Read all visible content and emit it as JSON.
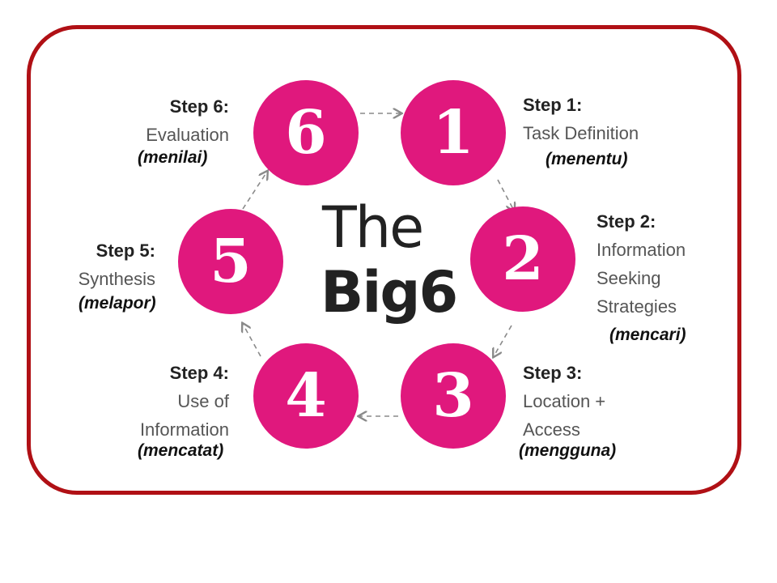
{
  "title_line1": "The",
  "title_line2": "Big6",
  "steps": [
    {
      "number": "1",
      "label": "Step 1:",
      "description": "Task Definition",
      "translation": "(menentu)"
    },
    {
      "number": "2",
      "label": "Step 2:",
      "description": "Information\nSeeking\nStrategies",
      "translation": "(mencari)"
    },
    {
      "number": "3",
      "label": "Step 3:",
      "description": "Location +\nAccess",
      "translation": "(mengguna)"
    },
    {
      "number": "4",
      "label": "Step 4:",
      "description": "Use of\nInformation",
      "translation": "(mencatat)"
    },
    {
      "number": "5",
      "label": "Step 5:",
      "description": "Synthesis",
      "translation": "(melapor)"
    },
    {
      "number": "6",
      "label": "Step 6:",
      "description": "Evaluation",
      "translation": "(menilai)"
    }
  ],
  "colors": {
    "circle": "#e0187d",
    "frame": "#b01015",
    "connector": "#8a8a8a"
  }
}
